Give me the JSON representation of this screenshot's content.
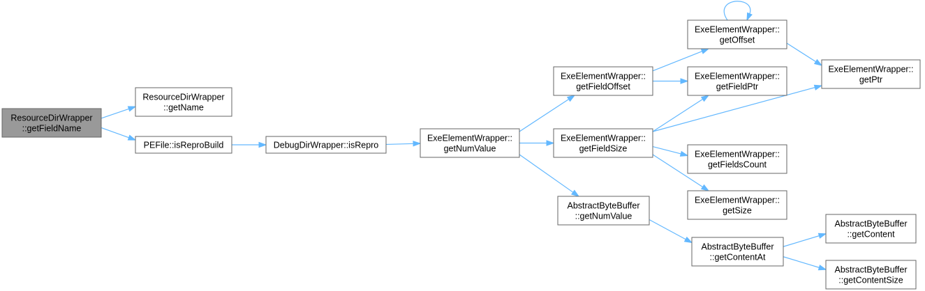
{
  "colors": {
    "edge": "#63b8ff",
    "node_border": "#666666",
    "root_fill": "#999999",
    "node_fill": "#ffffff"
  },
  "nodes": [
    {
      "id": "n_resdir_getfieldname",
      "lines": [
        "ResourceDirWrapper",
        "::getFieldName"
      ],
      "root": true
    },
    {
      "id": "n_resdir_getname",
      "lines": [
        "ResourceDirWrapper",
        "::getName"
      ]
    },
    {
      "id": "n_pefile_isreprobuild",
      "lines": [
        "PEFile::isReproBuild"
      ]
    },
    {
      "id": "n_debugdir_isrepro",
      "lines": [
        "DebugDirWrapper::isRepro"
      ]
    },
    {
      "id": "n_exe_getnumvalue",
      "lines": [
        "ExeElementWrapper::",
        "getNumValue"
      ]
    },
    {
      "id": "n_exe_getfieldoffset",
      "lines": [
        "ExeElementWrapper::",
        "getFieldOffset"
      ]
    },
    {
      "id": "n_exe_getfieldsize",
      "lines": [
        "ExeElementWrapper::",
        "getFieldSize"
      ]
    },
    {
      "id": "n_abb_getnumvalue",
      "lines": [
        "AbstractByteBuffer",
        "::getNumValue"
      ]
    },
    {
      "id": "n_exe_getoffset",
      "lines": [
        "ExeElementWrapper::",
        "getOffset"
      ]
    },
    {
      "id": "n_exe_getfieldptr",
      "lines": [
        "ExeElementWrapper::",
        "getFieldPtr"
      ]
    },
    {
      "id": "n_exe_getfieldscount",
      "lines": [
        "ExeElementWrapper::",
        "getFieldsCount"
      ]
    },
    {
      "id": "n_exe_getsize",
      "lines": [
        "ExeElementWrapper::",
        "getSize"
      ]
    },
    {
      "id": "n_abb_getcontentat",
      "lines": [
        "AbstractByteBuffer",
        "::getContentAt"
      ]
    },
    {
      "id": "n_exe_getptr",
      "lines": [
        "ExeElementWrapper::",
        "getPtr"
      ]
    },
    {
      "id": "n_abb_getcontent",
      "lines": [
        "AbstractByteBuffer",
        "::getContent"
      ]
    },
    {
      "id": "n_abb_getcontentsize",
      "lines": [
        "AbstractByteBuffer",
        "::getContentSize"
      ]
    }
  ],
  "edges": [
    {
      "from": "n_resdir_getfieldname",
      "to": "n_resdir_getname"
    },
    {
      "from": "n_resdir_getfieldname",
      "to": "n_pefile_isreprobuild"
    },
    {
      "from": "n_pefile_isreprobuild",
      "to": "n_debugdir_isrepro"
    },
    {
      "from": "n_debugdir_isrepro",
      "to": "n_exe_getnumvalue"
    },
    {
      "from": "n_exe_getnumvalue",
      "to": "n_exe_getfieldoffset"
    },
    {
      "from": "n_exe_getnumvalue",
      "to": "n_exe_getfieldsize"
    },
    {
      "from": "n_exe_getnumvalue",
      "to": "n_abb_getnumvalue"
    },
    {
      "from": "n_exe_getfieldoffset",
      "to": "n_exe_getoffset"
    },
    {
      "from": "n_exe_getfieldoffset",
      "to": "n_exe_getfieldptr"
    },
    {
      "from": "n_exe_getoffset",
      "to": "n_exe_getoffset"
    },
    {
      "from": "n_exe_getoffset",
      "to": "n_exe_getptr"
    },
    {
      "from": "n_exe_getfieldsize",
      "to": "n_exe_getfieldptr"
    },
    {
      "from": "n_exe_getfieldsize",
      "to": "n_exe_getptr"
    },
    {
      "from": "n_exe_getfieldsize",
      "to": "n_exe_getfieldscount"
    },
    {
      "from": "n_exe_getfieldsize",
      "to": "n_exe_getsize"
    },
    {
      "from": "n_abb_getnumvalue",
      "to": "n_abb_getcontentat"
    },
    {
      "from": "n_abb_getcontentat",
      "to": "n_abb_getcontent"
    },
    {
      "from": "n_abb_getcontentat",
      "to": "n_abb_getcontentsize"
    }
  ]
}
